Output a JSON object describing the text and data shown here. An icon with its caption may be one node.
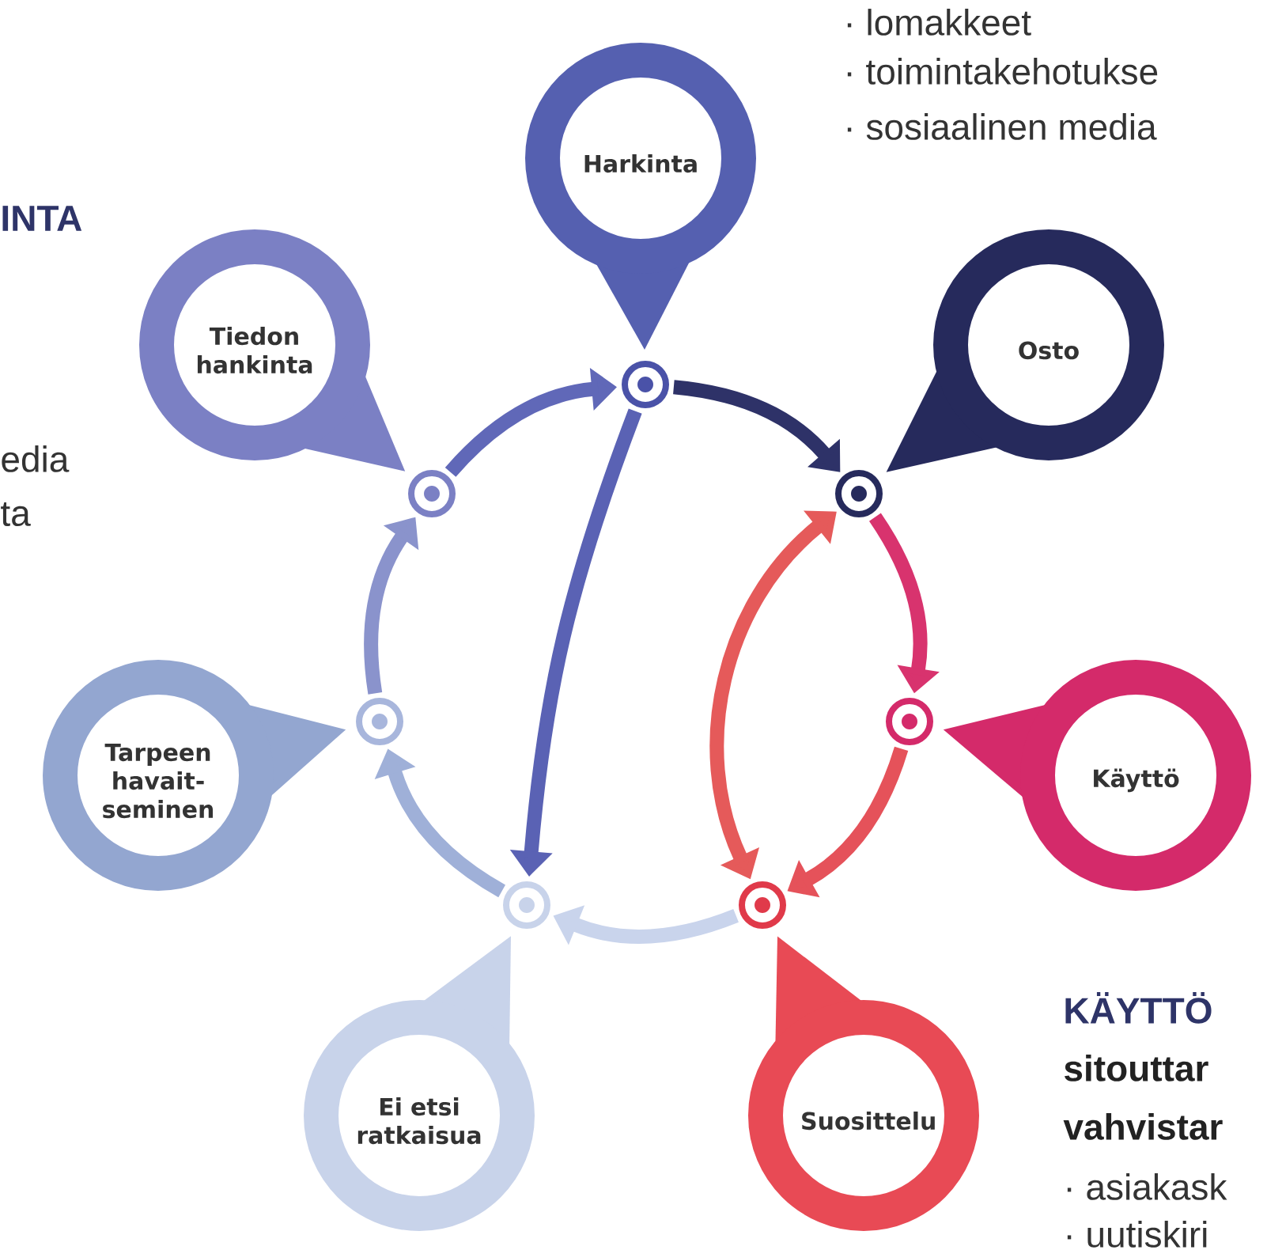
{
  "diagram": {
    "nodes": [
      {
        "text": [
          "Harkinta"
        ]
      },
      {
        "text": [
          "Osto"
        ]
      },
      {
        "text": [
          "Käyttö"
        ]
      },
      {
        "text": [
          "Suosittelu"
        ]
      },
      {
        "text": [
          "Ei etsi ratkaisua"
        ]
      },
      {
        "text": [
          "Tarpeen havait- seminen"
        ]
      },
      {
        "text": [
          "Tiedon hankinta"
        ]
      },
      {
        "text": [],
        "shape": "circle"
      },
      {
        "text": [],
        "shape": "circle"
      },
      {
        "text": [],
        "shape": "circle"
      },
      {
        "text": [],
        "shape": "circle"
      },
      {
        "text": [],
        "shape": "circle"
      },
      {
        "text": [],
        "shape": "circle"
      },
      {
        "text": [],
        "shape": "circle"
      }
    ],
    "edges": [
      {
        "from": 13,
        "to": 7,
        "arrow": "to",
        "color": "#6068b8"
      },
      {
        "from": 7,
        "to": 8,
        "arrow": "to",
        "color": "#2e3268"
      },
      {
        "from": 8,
        "to": 9,
        "arrow": "to",
        "color": "#d8336e"
      },
      {
        "from": 9,
        "to": 10,
        "arrow": "to",
        "color": "#e5525a"
      },
      {
        "from": 10,
        "to": 11,
        "arrow": "to",
        "color": "#c9d4ec"
      },
      {
        "from": 11,
        "to": 12,
        "arrow": "to",
        "color": "#9fb0d8"
      },
      {
        "from": 12,
        "to": 13,
        "arrow": "to",
        "color": "#8a93cc"
      },
      {
        "from": 7,
        "to": 11,
        "arrow": "to",
        "color": "#5a62b4"
      },
      {
        "from": 10,
        "to": 8,
        "arrow": "both",
        "color": "#e55a5a"
      }
    ],
    "labels": [
      "· lomakkeet",
      "· toimintakehotukse",
      "· sosiaalinen media",
      "INTA",
      "edia",
      "ta",
      "KÄYTTÖ",
      "sitouttar",
      "vahvistar",
      "· asiakask",
      "· uutiskiri"
    ]
  }
}
